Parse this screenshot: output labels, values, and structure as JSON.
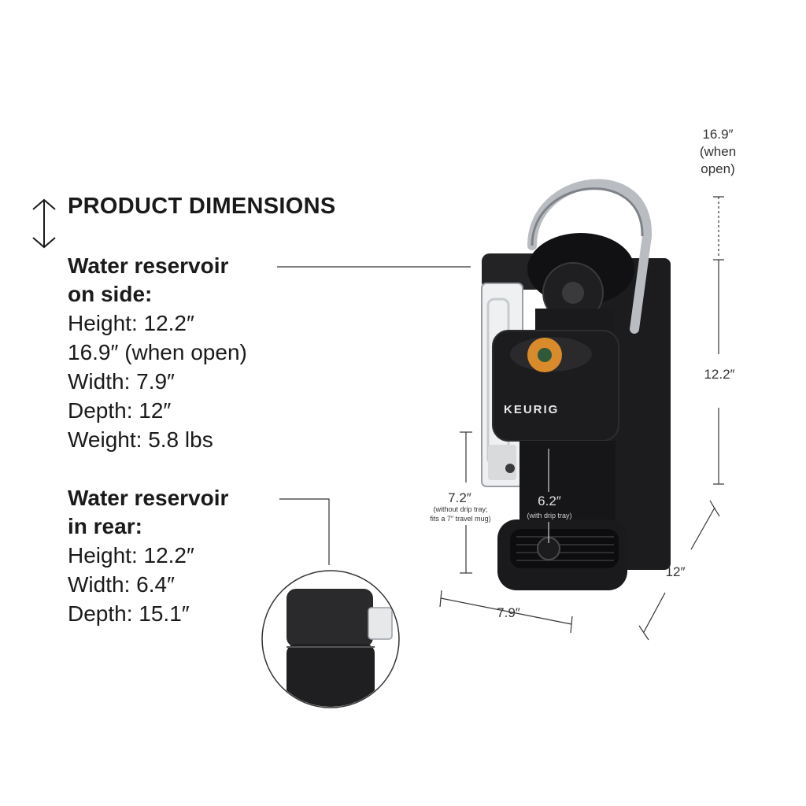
{
  "header": {
    "title": "PRODUCT DIMENSIONS",
    "icon": "vertical-double-arrow-icon"
  },
  "side_reservoir": {
    "heading_line1": "Water reservoir",
    "heading_line2": "on side:",
    "specs": [
      "Height: 12.2″",
      "16.9″ (when open)",
      "Width: 7.9″",
      "Depth: 12″",
      "Weight: 5.8 lbs"
    ]
  },
  "rear_reservoir": {
    "heading_line1": "Water reservoir",
    "heading_line2": "in rear:",
    "specs": [
      "Height: 12.2″",
      "Width: 6.4″",
      "Depth: 15.1″"
    ]
  },
  "product": {
    "brand": "KEURIG"
  },
  "dimensions": {
    "open_height": [
      "16.9″",
      "(when",
      "open)"
    ],
    "height": "12.2″",
    "depth": "12″",
    "width": "7.9″",
    "mug_clearance": "7.2″",
    "mug_clearance_note_1": "(without drip tray;",
    "mug_clearance_note_2": "fits a 7″ travel mug)",
    "cup_clearance": "6.2″",
    "cup_clearance_note": "(with drip tray)"
  },
  "colors": {
    "machine": "#1c1c1e",
    "text": "#1a1a1a",
    "handle": "#b9bdc2",
    "pod": "#d98a2b"
  }
}
